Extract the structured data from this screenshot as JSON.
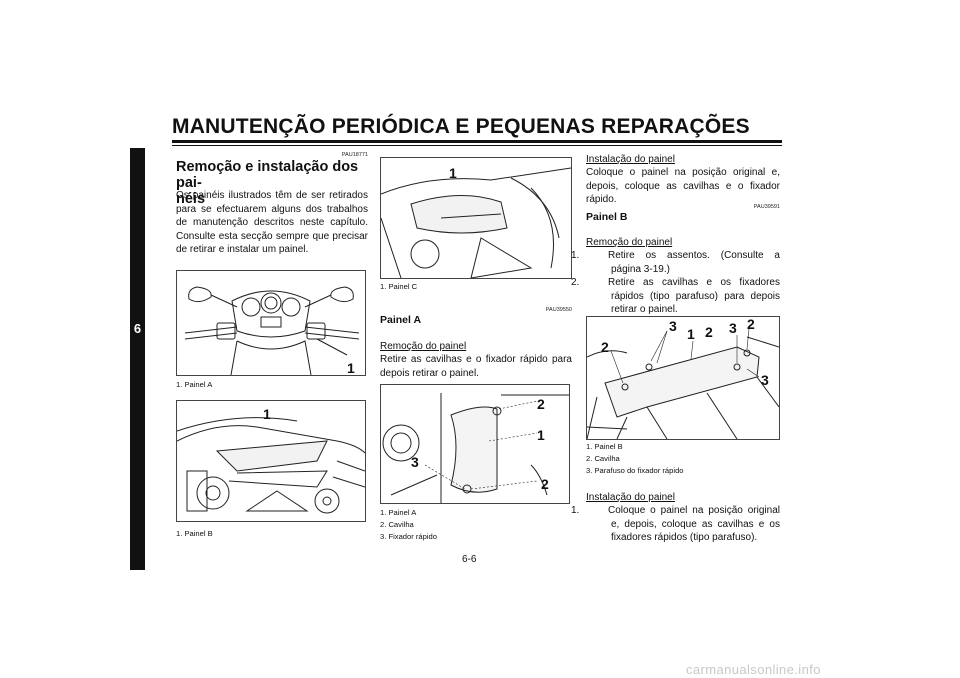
{
  "page": {
    "title": "MANUTENÇÃO PERIÓDICA E PEQUENAS REPARAÇÕES",
    "chapter_tab": "6",
    "page_number": "6-6",
    "watermark": "carmanualsonline.info"
  },
  "col1": {
    "code": "PAU18771",
    "heading_line1": "Remoção e instalação dos pai-",
    "heading_line2": "néis",
    "intro": "Os painéis ilustrados têm de ser retirados para se efectuarem alguns dos trabalhos de manutenção descritos neste capítulo. Consulte esta secção sempre que precisar de retirar e instalar um painel.",
    "fig1": {
      "callouts": [
        "1"
      ],
      "captions": [
        "1. Painel A"
      ]
    },
    "fig2": {
      "callouts": [
        "1"
      ],
      "captions": [
        "1. Painel B"
      ]
    }
  },
  "col2": {
    "fig3": {
      "callouts": [
        "1"
      ],
      "captions": [
        "1. Painel C"
      ]
    },
    "code": "PAU39550",
    "heading": "Painel A",
    "removal_label": "Remoção do painel",
    "removal_text": "Retire as cavilhas e o fixador rápido para depois retirar o painel.",
    "fig4": {
      "callouts": [
        "2",
        "1",
        "3",
        "2"
      ],
      "captions": [
        "1. Painel A",
        "2. Cavilha",
        "3. Fixador rápido"
      ]
    }
  },
  "col3": {
    "install_label": "Instalação do painel",
    "install_text": "Coloque o painel na posição original e, depois, coloque as cavilhas e o fixador rápido.",
    "code": "PAU39591",
    "heading": "Painel B",
    "removal_label": "Remoção do painel",
    "steps": [
      {
        "n": "1.",
        "text": "Retire os assentos. (Consulte a página 3-19.)"
      },
      {
        "n": "2.",
        "text": "Retire as cavilhas e os fixadores rápidos (tipo parafuso) para depois retirar o painel."
      }
    ],
    "fig5": {
      "callouts": [
        "3",
        "1",
        "2",
        "3",
        "2",
        "2",
        "3"
      ],
      "captions": [
        "1. Painel B",
        "2. Cavilha",
        "3. Parafuso do fixador rápido"
      ]
    },
    "install_label2": "Instalação do painel",
    "install_steps": [
      {
        "n": "1.",
        "text": "Coloque o painel na posição original e, depois, coloque as cavilhas e os fixadores rápidos (tipo parafuso)."
      }
    ]
  }
}
